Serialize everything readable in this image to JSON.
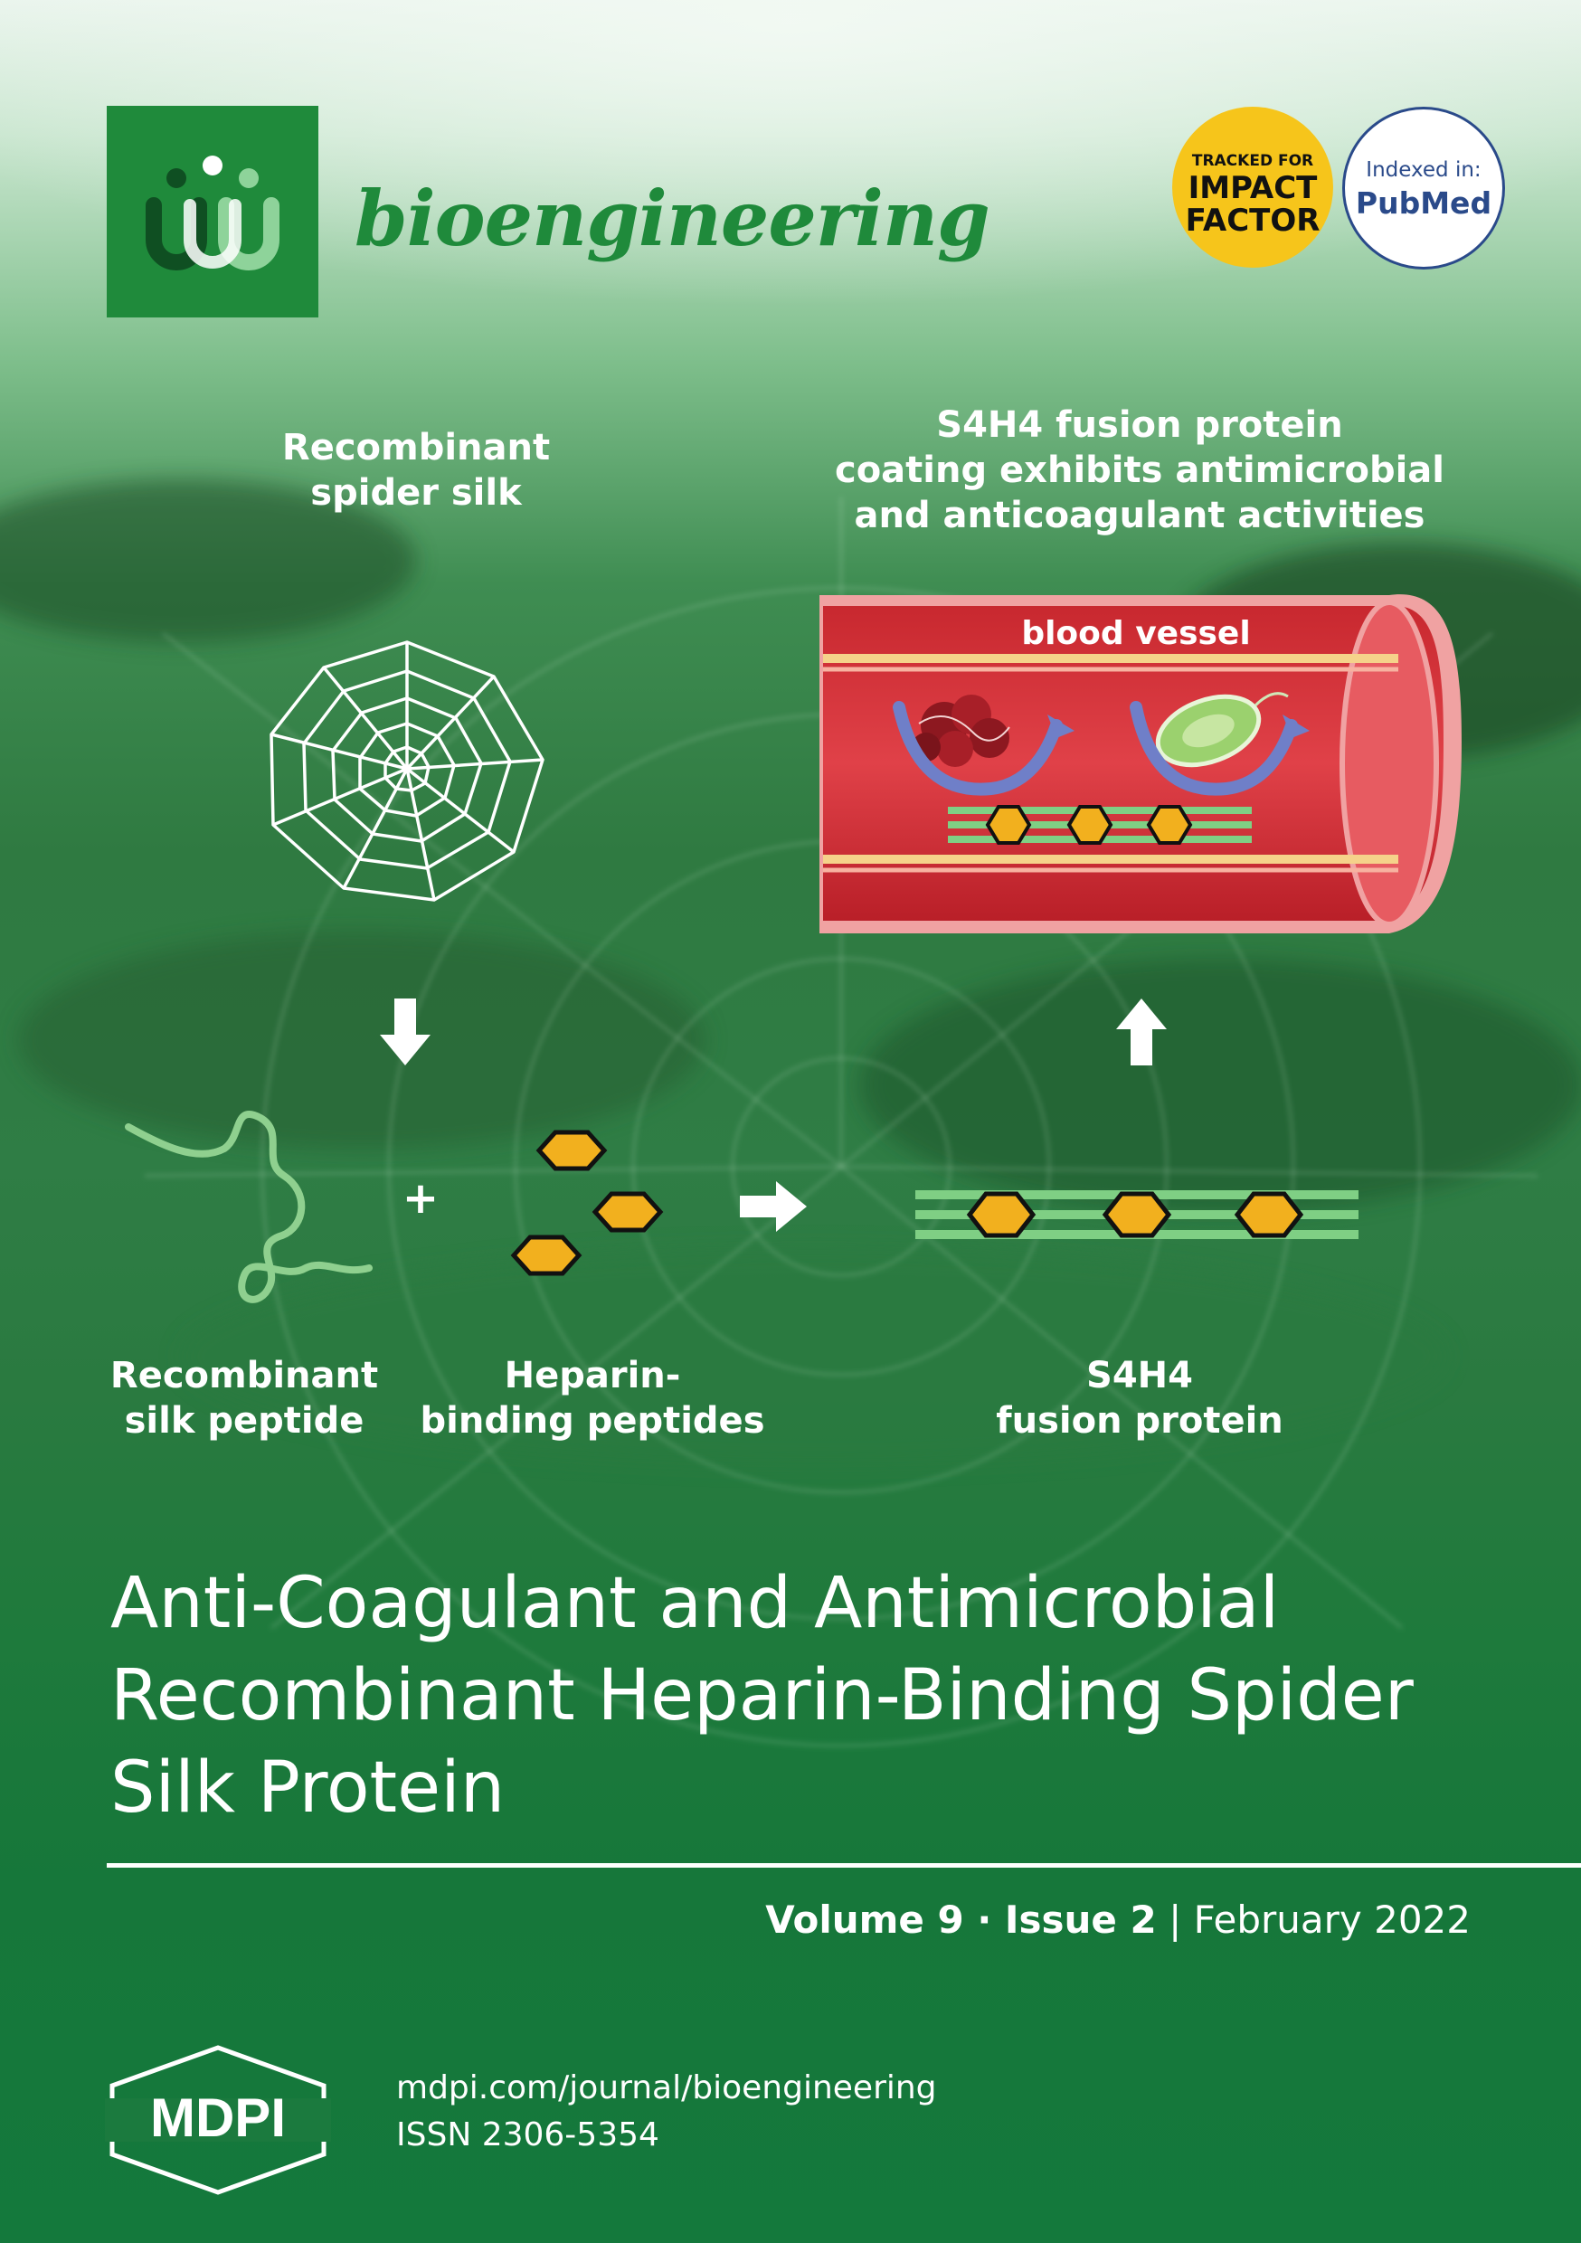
{
  "journal": {
    "name": "bioengineering"
  },
  "badges": {
    "impact_line1": "TRACKED FOR",
    "impact_line2": "IMPACT",
    "impact_line3": "FACTOR",
    "pubmed_line1": "Indexed in:",
    "pubmed_line2": "PubMed"
  },
  "figure": {
    "spider_silk_line1": "Recombinant",
    "spider_silk_line2": "spider silk",
    "result_line1": "S4H4 fusion protein",
    "result_line2": "coating exhibits antimicrobial",
    "result_line3": "and anticoagulant activities",
    "vessel_label": "blood vessel",
    "silk_peptide_line1": "Recombinant",
    "silk_peptide_line2": "silk peptide",
    "heparin_line1": "Heparin-",
    "heparin_line2": "binding peptides",
    "fusion_line1": "S4H4",
    "fusion_line2": "fusion protein",
    "plus": "+"
  },
  "article": {
    "title_line1": "Anti-Coagulant and Antimicrobial",
    "title_line2": "Recombinant Heparin-Binding Spider",
    "title_line3": "Silk Protein"
  },
  "issue": {
    "volume": "Volume 9 · Issue 2",
    "separator": "|",
    "date": "February 2022"
  },
  "publisher": {
    "logo_text": "MDPI",
    "url": "mdpi.com/journal/bioengineering",
    "issn": "ISSN 2306-5354"
  },
  "colors": {
    "journal_green": "#1f8a3b",
    "impact_yellow": "#f6c51b",
    "pubmed_blue": "#2a4a8a",
    "vessel_red": "#d9343c",
    "hexagon_orange": "#f2b01e"
  }
}
